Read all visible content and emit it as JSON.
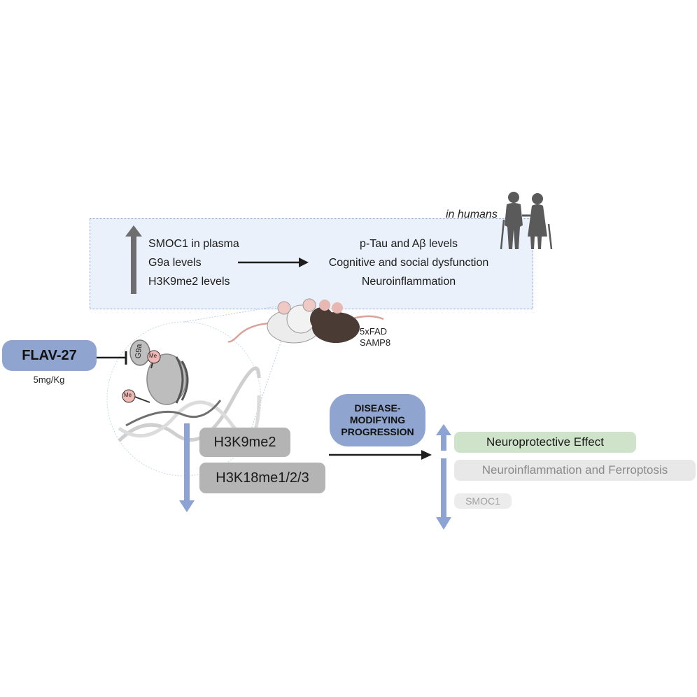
{
  "top_box": {
    "up_items": [
      "SMOC1 in plasma",
      "G9a levels",
      "H3K9me2 levels"
    ],
    "outcomes": [
      "p-Tau and Aβ levels",
      "Cognitive and social dysfunction",
      "Neuroinflammation"
    ],
    "context_label": "in humans"
  },
  "models": [
    "5xFAD",
    "SAMP8"
  ],
  "drug": {
    "name": "FLAV-27",
    "dose": "5mg/Kg"
  },
  "nucleosome": {
    "enzyme_label": "G9a",
    "mark_label": "Me"
  },
  "histone_marks": [
    "H3K9me2",
    "H3K18me1/2/3"
  ],
  "disease_label": [
    "DISEASE-",
    "MODIFYING",
    "PROGRESSION"
  ],
  "effects": {
    "increased": "Neuroprotective Effect",
    "decreased": [
      "Neuroinflammation and Ferroptosis",
      "SMOC1"
    ]
  },
  "colors": {
    "box_fill": "#eaf1fb",
    "accent_blue": "#8fa4cf",
    "arrow_blue": "#8da3d4",
    "grey_pill": "#b4b4b4",
    "green_pill": "#cfe3cb",
    "light_grey_pill": "#e8e8e8"
  }
}
